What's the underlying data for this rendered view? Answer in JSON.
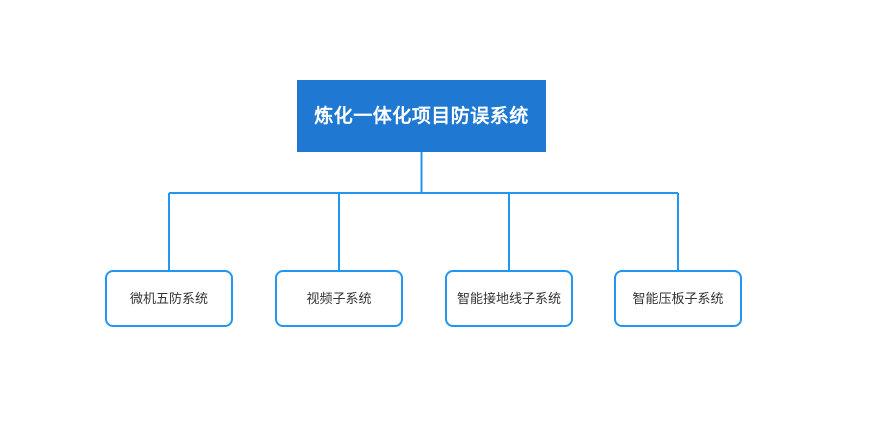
{
  "diagram": {
    "type": "org-tree",
    "orientation": "top-down",
    "colors": {
      "root_fill": "#1f78d1",
      "root_text": "#ffffff",
      "child_fill": "#ffffff",
      "child_border": "#2196f3",
      "child_text": "#333333",
      "connector": "#2196f3",
      "background": "#ffffff"
    },
    "root": {
      "label": "炼化一体化项目防误系统"
    },
    "children": [
      {
        "label": "微机五防系统"
      },
      {
        "label": "视频子系统"
      },
      {
        "label": "智能接地线子系统"
      },
      {
        "label": "智能压板子系统"
      }
    ]
  }
}
